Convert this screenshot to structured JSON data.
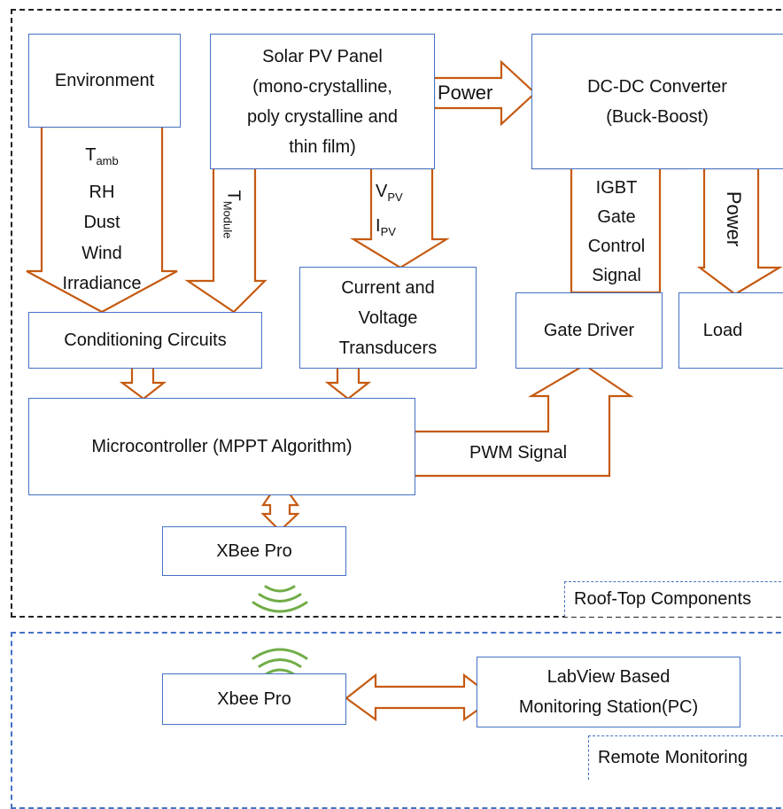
{
  "zones": {
    "rooftop_label": "Roof-Top Components",
    "remote_label": "Remote Monitoring"
  },
  "blocks": {
    "environment": "Environment",
    "solar_panel": [
      "Solar PV Panel",
      "(mono-crystalline,",
      "poly crystalline and",
      "thin film)"
    ],
    "dcdc": [
      "DC-DC Converter",
      "(Buck-Boost)"
    ],
    "conditioning": "Conditioning Circuits",
    "transducers": [
      "Current and",
      "Voltage",
      "Transducers"
    ],
    "gate_driver": "Gate Driver",
    "load": "Load",
    "microcontroller": "Microcontroller (MPPT Algorithm)",
    "xbee_roof": "XBee Pro",
    "xbee_remote": "Xbee Pro",
    "labview": [
      "LabView Based",
      "Monitoring Station(PC)"
    ]
  },
  "arrow_labels": {
    "env_params": {
      "t": "T",
      "t_sub": "amb",
      "lines": [
        "RH",
        "Dust",
        "Wind",
        "Irradiance"
      ]
    },
    "t_module": {
      "t": "T",
      "t_sub": "Module"
    },
    "vpv": {
      "v": "V",
      "v_sub": "PV",
      "i": "I",
      "i_sub": "PV"
    },
    "power_top": "Power",
    "igbt": [
      "IGBT",
      "Gate",
      "Control",
      "Signal"
    ],
    "power_load": "Power",
    "pwm": "PWM Signal"
  },
  "colors": {
    "arrow": "#c55a11",
    "box_border": "#4472c4",
    "zone_border": "#222222",
    "wireless": "#70ad47"
  }
}
